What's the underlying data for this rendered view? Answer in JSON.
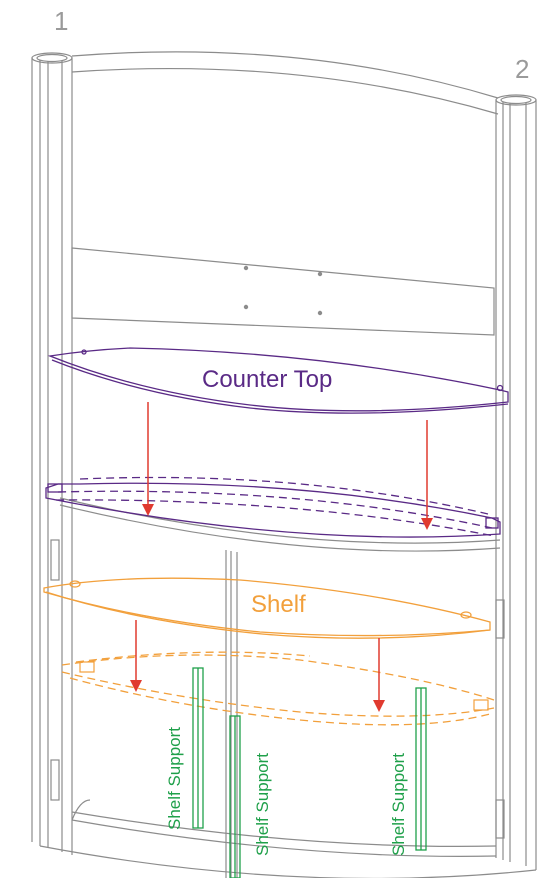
{
  "labels": {
    "post_left": "1",
    "post_right": "2",
    "counter_top": "Counter Top",
    "shelf": "Shelf",
    "shelf_support": "Shelf Support"
  },
  "colors": {
    "frame": "#8c8c8c",
    "counter_top": "#5a2a86",
    "shelf": "#f2a03c",
    "shelf_support": "#1fa04a",
    "arrow": "#e03a2f"
  }
}
